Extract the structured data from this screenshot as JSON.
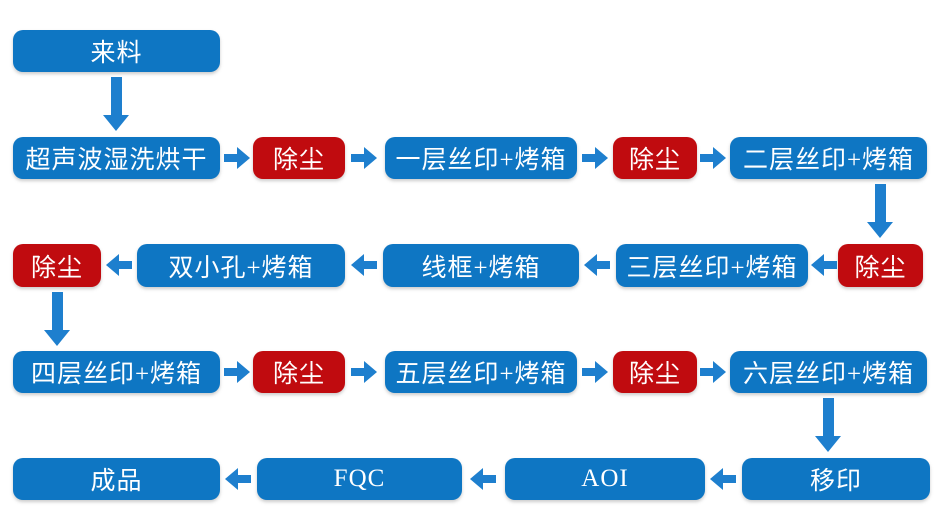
{
  "colors": {
    "process-blue": "#0e76c3",
    "dedust-red": "#c00b0f",
    "arrow-blue": "#1e7fce",
    "label-white": "#ffffff",
    "background": "#ffffff"
  },
  "flow": {
    "steps": [
      {
        "label": "来料",
        "type": "process"
      },
      {
        "label": "超声波湿洗烘干",
        "type": "process"
      },
      {
        "label": "除尘",
        "type": "dedust"
      },
      {
        "label": "一层丝印+烤箱",
        "type": "process"
      },
      {
        "label": "除尘",
        "type": "dedust"
      },
      {
        "label": "二层丝印+烤箱",
        "type": "process"
      },
      {
        "label": "除尘",
        "type": "dedust"
      },
      {
        "label": "三层丝印+烤箱",
        "type": "process"
      },
      {
        "label": "线框+烤箱",
        "type": "process"
      },
      {
        "label": "双小孔+烤箱",
        "type": "process"
      },
      {
        "label": "除尘",
        "type": "dedust"
      },
      {
        "label": "四层丝印+烤箱",
        "type": "process"
      },
      {
        "label": "除尘",
        "type": "dedust"
      },
      {
        "label": "五层丝印+烤箱",
        "type": "process"
      },
      {
        "label": "除尘",
        "type": "dedust"
      },
      {
        "label": "六层丝印+烤箱",
        "type": "process"
      },
      {
        "label": "移印",
        "type": "process"
      },
      {
        "label": "AOI",
        "type": "process"
      },
      {
        "label": "FQC",
        "type": "process"
      },
      {
        "label": "成品",
        "type": "process"
      }
    ]
  }
}
